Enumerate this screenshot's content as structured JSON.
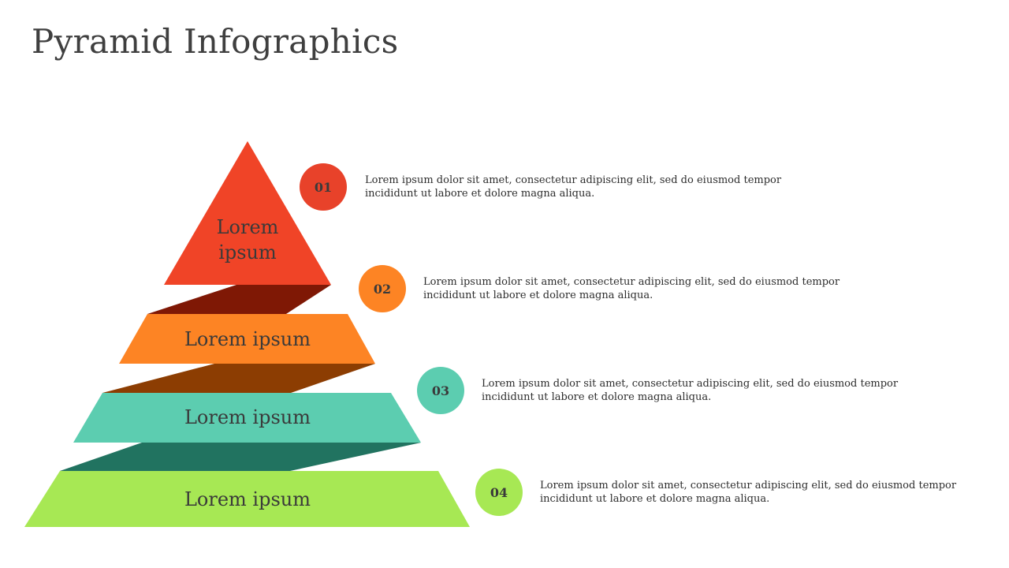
{
  "slide": {
    "title": "Pyramid Infographics"
  },
  "tiers": [
    {
      "label_line1": "Lorem",
      "label_line2": "ipsum",
      "number": "01",
      "text": "Lorem ipsum dolor sit amet, consectetur adipiscing elit, sed do eiusmod tempor incididunt ut labore et dolore magna aliqua.",
      "color": "#f04427",
      "badge_color": "#e8422a",
      "shadow_color": "#7f1805"
    },
    {
      "label": "Lorem ipsum",
      "number": "02",
      "text": "Lorem ipsum dolor sit amet, consectetur adipiscing elit, sed do eiusmod tempor incididunt ut labore et dolore magna aliqua.",
      "color": "#fd8424",
      "badge_color": "#fd8424",
      "shadow_color": "#8c3d02"
    },
    {
      "label": "Lorem ipsum",
      "number": "03",
      "text": "Lorem ipsum dolor sit amet, consectetur adipiscing elit, sed do eiusmod tempor incididunt ut labore et dolore magna aliqua.",
      "color": "#5ccdb0",
      "badge_color": "#5ccdb0",
      "shadow_color": "#217360"
    },
    {
      "label": "Lorem ipsum",
      "number": "04",
      "text": "Lorem ipsum dolor sit amet, consectetur adipiscing elit, sed do eiusmod tempor incididunt ut labore et dolore magna aliqua.",
      "color": "#a7e854",
      "badge_color": "#a7e854"
    }
  ]
}
